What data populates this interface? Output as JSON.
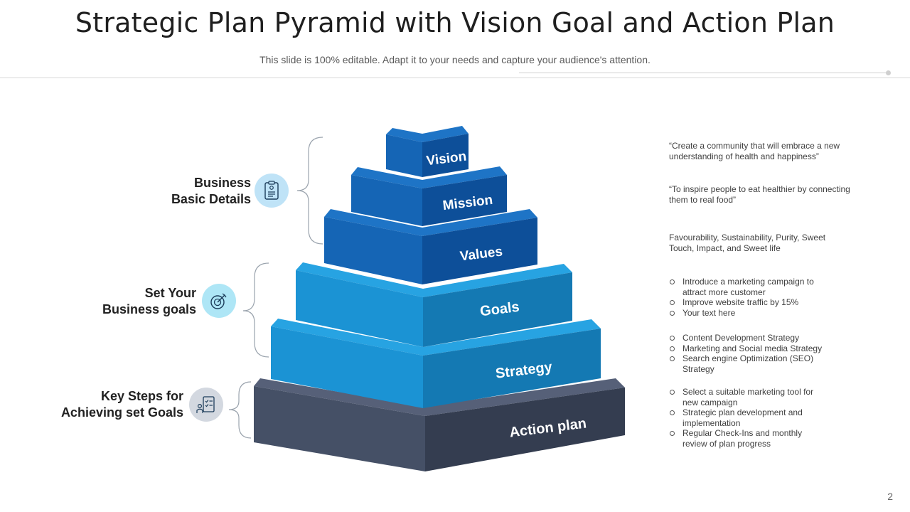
{
  "slide": {
    "title": "Strategic Plan Pyramid with Vision Goal and Action Plan",
    "subtitle": "This slide is 100% editable. Adapt it to your needs and capture your audience's attention.",
    "page_number": "2"
  },
  "pyramid": {
    "layers": [
      {
        "label": "Vision",
        "front": "#1565b5",
        "side": "#0d4f99",
        "top": "#1e74c6"
      },
      {
        "label": "Mission",
        "front": "#1565b5",
        "side": "#0d4f99",
        "top": "#1e74c6"
      },
      {
        "label": "Values",
        "front": "#1565b5",
        "side": "#0d4f99",
        "top": "#1e74c6"
      },
      {
        "label": "Goals",
        "front": "#1b93d4",
        "side": "#1479b3",
        "top": "#27a3e2"
      },
      {
        "label": "Strategy",
        "front": "#1b93d4",
        "side": "#1479b3",
        "top": "#27a3e2"
      },
      {
        "label": "Action plan",
        "front": "#455066",
        "side": "#343d50",
        "top": "#566078"
      }
    ]
  },
  "groups": [
    {
      "line1": "Business",
      "line2": "Basic Details",
      "icon": "clipboard-icon",
      "icon_bg": "#bfe3f7"
    },
    {
      "line1": "Set Your",
      "line2": "Business goals",
      "icon": "target-dart-icon",
      "icon_bg": "#aee6f6"
    },
    {
      "line1": "Key Steps for",
      "line2": "Achieving set Goals",
      "icon": "checklist-person-icon",
      "icon_bg": "#d3d8e0"
    }
  ],
  "descriptions": {
    "vision": [
      "“Create a community that will embrace a new",
      "understanding of health and happiness”"
    ],
    "mission": [
      "“To inspire people to eat healthier by connecting",
      "them to real food”"
    ],
    "values": [
      "Favourability, Sustainability, Purity, Sweet",
      "Touch, Impact, and Sweet life"
    ],
    "goals": [
      [
        "Introduce a marketing campaign to",
        "attract more customer"
      ],
      [
        "Improve website traffic by 15%"
      ],
      [
        "Your text here"
      ]
    ],
    "strategy": [
      [
        "Content Development Strategy"
      ],
      [
        "Marketing and Social media Strategy"
      ],
      [
        "Search engine Optimization (SEO)",
        "Strategy"
      ]
    ],
    "action_plan": [
      [
        "Select a suitable marketing tool for",
        "new campaign"
      ],
      [
        "Strategic plan development and",
        "implementation"
      ],
      [
        "Regular Check-Ins and monthly",
        "review of plan progress"
      ]
    ]
  }
}
